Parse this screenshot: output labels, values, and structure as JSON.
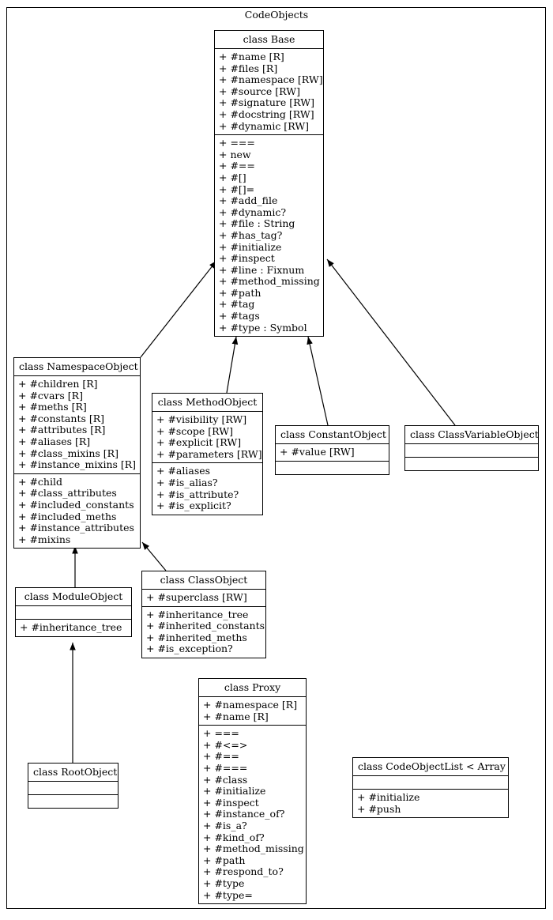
{
  "diagram": {
    "package_title": "CodeObjects",
    "type": "uml-class-diagram",
    "line_color": "#000000",
    "background_color": "#ffffff"
  },
  "classes": {
    "base": {
      "title": "class Base",
      "attributes": [
        "+ #name [R]",
        "+ #files [R]",
        "+ #namespace [RW]",
        "+ #source [RW]",
        "+ #signature [RW]",
        "+ #docstring [RW]",
        "+ #dynamic [RW]"
      ],
      "methods": [
        "+ ===",
        "+ new",
        "+ #==",
        "+ #[]",
        "+ #[]=",
        "+ #add_file",
        "+ #dynamic?",
        "+ #file : String",
        "+ #has_tag?",
        "+ #initialize",
        "+ #inspect",
        "+ #line : Fixnum",
        "+ #method_missing",
        "+ #path",
        "+ #tag",
        "+ #tags",
        "+ #type : Symbol"
      ]
    },
    "namespace_object": {
      "title": "class NamespaceObject",
      "attributes": [
        "+ #children [R]",
        "+ #cvars [R]",
        "+ #meths [R]",
        "+ #constants [R]",
        "+ #attributes [R]",
        "+ #aliases [R]",
        "+ #class_mixins [R]",
        "+ #instance_mixins [R]"
      ],
      "methods": [
        "+ #child",
        "+ #class_attributes",
        "+ #included_constants",
        "+ #included_meths",
        "+ #instance_attributes",
        "+ #mixins"
      ]
    },
    "method_object": {
      "title": "class MethodObject",
      "attributes": [
        "+ #visibility [RW]",
        "+ #scope [RW]",
        "+ #explicit [RW]",
        "+ #parameters [RW]"
      ],
      "methods": [
        "+ #aliases",
        "+ #is_alias?",
        "+ #is_attribute?",
        "+ #is_explicit?"
      ]
    },
    "constant_object": {
      "title": "class ConstantObject",
      "attributes": [
        "+ #value [RW]"
      ],
      "methods": []
    },
    "class_variable_object": {
      "title": "class ClassVariableObject",
      "attributes": [],
      "methods": []
    },
    "module_object": {
      "title": "class ModuleObject",
      "attributes": [],
      "methods": [
        "+ #inheritance_tree"
      ]
    },
    "class_object": {
      "title": "class ClassObject",
      "attributes": [
        "+ #superclass [RW]"
      ],
      "methods": [
        "+ #inheritance_tree",
        "+ #inherited_constants",
        "+ #inherited_meths",
        "+ #is_exception?"
      ]
    },
    "root_object": {
      "title": "class RootObject",
      "attributes": [],
      "methods": []
    },
    "proxy": {
      "title": "class Proxy",
      "attributes": [
        "+ #namespace [R]",
        "+ #name [R]"
      ],
      "methods": [
        "+ ===",
        "+ #<=>",
        "+ #==",
        "+ #===",
        "+ #class",
        "+ #initialize",
        "+ #inspect",
        "+ #instance_of?",
        "+ #is_a?",
        "+ #kind_of?",
        "+ #method_missing",
        "+ #path",
        "+ #respond_to?",
        "+ #type",
        "+ #type="
      ]
    },
    "code_object_list": {
      "title": "class CodeObjectList < Array",
      "attributes": [],
      "methods": [
        "+ #initialize",
        "+ #push"
      ]
    }
  },
  "relationships": [
    {
      "name": "namespaceobject-inherits-base",
      "from": "namespace_object",
      "to": "base",
      "type": "generalization"
    },
    {
      "name": "methodobject-inherits-base",
      "from": "method_object",
      "to": "base",
      "type": "generalization"
    },
    {
      "name": "constantobject-inherits-base",
      "from": "constant_object",
      "to": "base",
      "type": "generalization"
    },
    {
      "name": "classvariableobject-inherits-base",
      "from": "class_variable_object",
      "to": "base",
      "type": "generalization"
    },
    {
      "name": "moduleobject-inherits-namespaceobject",
      "from": "module_object",
      "to": "namespace_object",
      "type": "generalization"
    },
    {
      "name": "classobject-inherits-namespaceobject",
      "from": "class_object",
      "to": "namespace_object",
      "type": "generalization"
    },
    {
      "name": "rootobject-inherits-moduleobject",
      "from": "root_object",
      "to": "module_object",
      "type": "generalization"
    }
  ]
}
